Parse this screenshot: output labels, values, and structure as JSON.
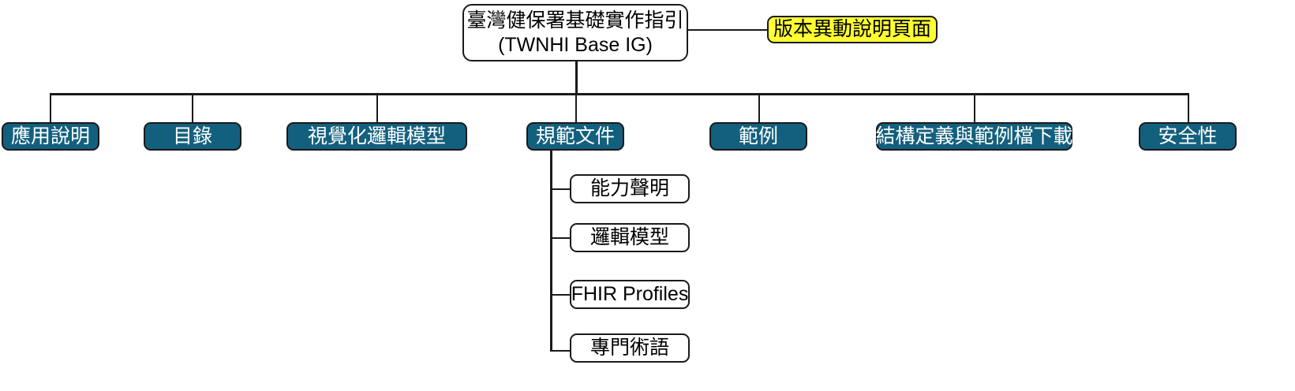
{
  "diagram": {
    "title_root": {
      "line1": "臺灣健保署基礎實作指引",
      "line2": "(TWNHI Base IG)"
    },
    "note": {
      "label": "版本異動說明頁面",
      "color": "#ffff33"
    },
    "nav": {
      "accent_color": "#13607e",
      "text_color": "#ffffff",
      "items": [
        {
          "label": "應用說明"
        },
        {
          "label": "目錄"
        },
        {
          "label": "視覺化邏輯模型"
        },
        {
          "label": "規範文件"
        },
        {
          "label": "範例"
        },
        {
          "label": "結構定義與範例檔下載"
        },
        {
          "label": "安全性"
        }
      ]
    },
    "sub_nodes": {
      "parent": "規範文件",
      "items": [
        {
          "label": "能力聲明"
        },
        {
          "label": "邏輯模型"
        },
        {
          "label": "FHIR Profiles"
        },
        {
          "label": "專門術語"
        }
      ]
    },
    "line_color": "#1a1a1a"
  }
}
